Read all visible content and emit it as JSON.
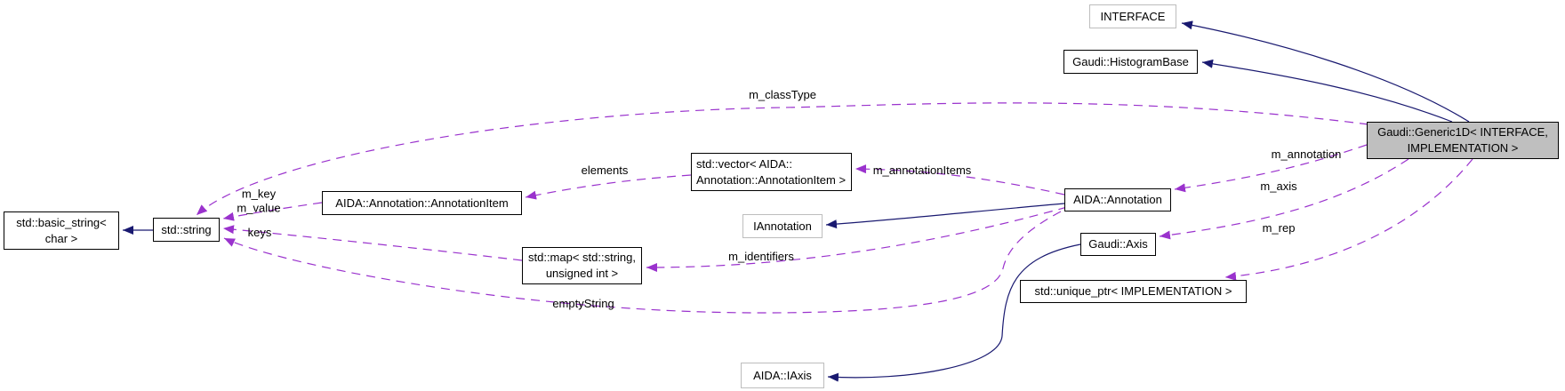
{
  "diagram": {
    "type": "collaboration-graph",
    "focus_node": "Gaudi::Generic1D< INTERFACE, IMPLEMENTATION >"
  },
  "colors": {
    "inheritance_edge": "#191970",
    "usage_edge": "#9a32cd",
    "focus_node_fill": "#bfbfbf",
    "node_fill": "#ffffff",
    "node_border": "#000000",
    "external_node_border": "#bdbdbd"
  },
  "nodes": {
    "interface": {
      "label": "INTERFACE"
    },
    "histogram_base": {
      "label": "Gaudi::HistogramBase"
    },
    "generic1d": {
      "label": "Gaudi::Generic1D< INTERFACE,\nIMPLEMENTATION >"
    },
    "vector_annotation_item": {
      "label": "std::vector< AIDA::\nAnnotation::AnnotationItem >"
    },
    "annotation": {
      "label": "AIDA::Annotation"
    },
    "iannotation": {
      "label": "IAnnotation"
    },
    "annotation_item": {
      "label": "AIDA::Annotation::AnnotationItem"
    },
    "std_string": {
      "label": "std::string"
    },
    "basic_string": {
      "label": "std::basic_string<\nchar >"
    },
    "std_map": {
      "label": "std::map< std::string,\nunsigned int >"
    },
    "gaudi_axis": {
      "label": "Gaudi::Axis"
    },
    "unique_ptr": {
      "label": "std::unique_ptr< IMPLEMENTATION >"
    },
    "aida_iaxis": {
      "label": "AIDA::IAxis"
    }
  },
  "edge_labels": {
    "m_classType": "m_classType",
    "m_annotation": "m_annotation",
    "m_axis": "m_axis",
    "m_rep": "m_rep",
    "m_annotationItems": "m_annotationItems",
    "elements": "elements",
    "m_key_m_value": "m_key\nm_value",
    "keys": "keys",
    "m_identifiers": "m_identifiers",
    "emptyString": "emptyString"
  },
  "edges": [
    {
      "from": "Gaudi::Generic1D< INTERFACE, IMPLEMENTATION >",
      "to": "INTERFACE",
      "kind": "inheritance"
    },
    {
      "from": "Gaudi::Generic1D< INTERFACE, IMPLEMENTATION >",
      "to": "Gaudi::HistogramBase",
      "kind": "inheritance"
    },
    {
      "from": "AIDA::Annotation",
      "to": "IAnnotation",
      "kind": "inheritance"
    },
    {
      "from": "Gaudi::Axis",
      "to": "AIDA::IAxis",
      "kind": "inheritance"
    },
    {
      "from": "std::string",
      "to": "std::basic_string< char >",
      "kind": "inheritance"
    },
    {
      "from": "Gaudi::Generic1D< INTERFACE, IMPLEMENTATION >",
      "to": "std::string",
      "kind": "usage",
      "label": "m_classType"
    },
    {
      "from": "Gaudi::Generic1D< INTERFACE, IMPLEMENTATION >",
      "to": "AIDA::Annotation",
      "kind": "usage",
      "label": "m_annotation"
    },
    {
      "from": "Gaudi::Generic1D< INTERFACE, IMPLEMENTATION >",
      "to": "Gaudi::Axis",
      "kind": "usage",
      "label": "m_axis"
    },
    {
      "from": "Gaudi::Generic1D< INTERFACE, IMPLEMENTATION >",
      "to": "std::unique_ptr< IMPLEMENTATION >",
      "kind": "usage",
      "label": "m_rep"
    },
    {
      "from": "AIDA::Annotation",
      "to": "std::vector< AIDA::Annotation::AnnotationItem >",
      "kind": "usage",
      "label": "m_annotationItems"
    },
    {
      "from": "AIDA::Annotation",
      "to": "std::map< std::string, unsigned int >",
      "kind": "usage",
      "label": "m_identifiers"
    },
    {
      "from": "AIDA::Annotation",
      "to": "std::string",
      "kind": "usage",
      "label": "emptyString"
    },
    {
      "from": "std::vector< AIDA::Annotation::AnnotationItem >",
      "to": "AIDA::Annotation::AnnotationItem",
      "kind": "usage",
      "label": "elements"
    },
    {
      "from": "AIDA::Annotation::AnnotationItem",
      "to": "std::string",
      "kind": "usage",
      "label": "m_key\nm_value"
    },
    {
      "from": "std::map< std::string, unsigned int >",
      "to": "std::string",
      "kind": "usage",
      "label": "keys"
    }
  ]
}
